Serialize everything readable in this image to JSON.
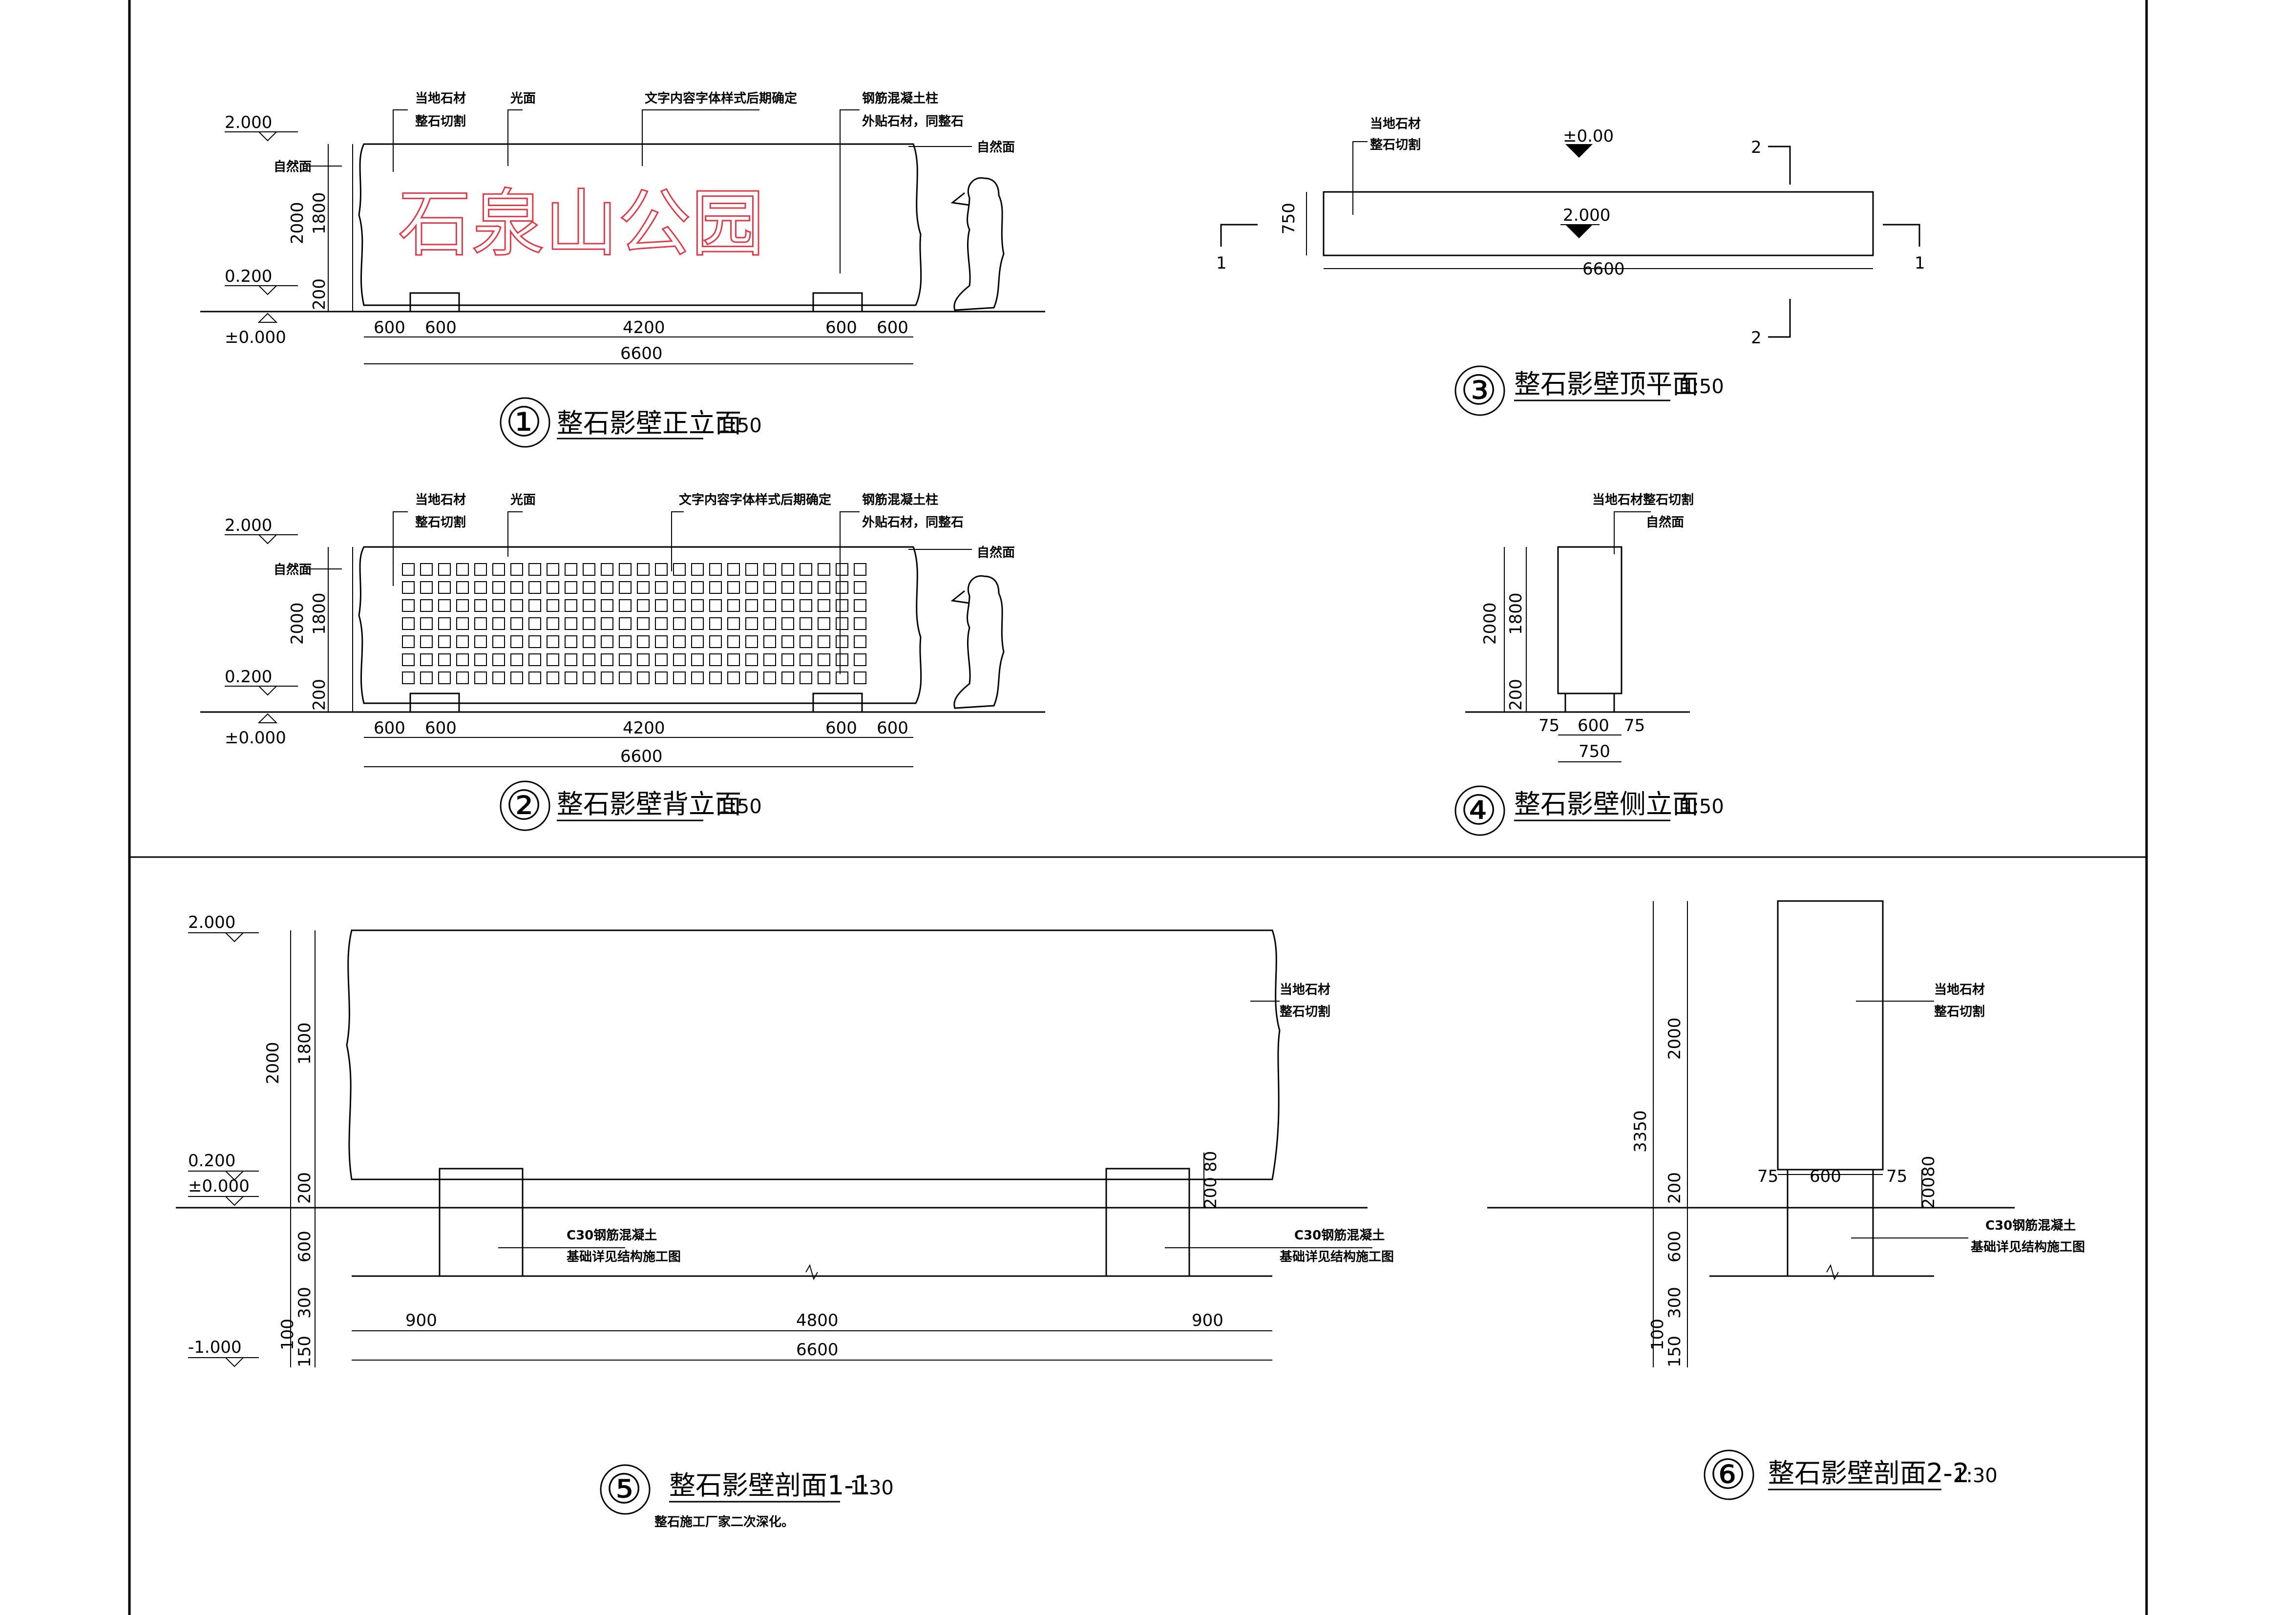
{
  "colors": {
    "line": "#000000",
    "sign_text": "#e0394a",
    "paper": "#ffffff"
  },
  "sign_text": "石泉山公园",
  "views": {
    "v1": {
      "num": "①",
      "title": "整石影壁正立面",
      "scale": "1:50"
    },
    "v2": {
      "num": "②",
      "title": "整石影壁背立面",
      "scale": "1:50"
    },
    "v3": {
      "num": "③",
      "title": "整石影壁顶平面",
      "scale": "1:50"
    },
    "v4": {
      "num": "④",
      "title": "整石影壁侧立面",
      "scale": "1:50"
    },
    "v5": {
      "num": "⑤",
      "title": "整石影壁剖面1-1",
      "scale": "1:30",
      "note": "整石施工厂家二次深化。"
    },
    "v6": {
      "num": "⑥",
      "title": "整石影壁剖面2-2",
      "scale": "1:30"
    }
  },
  "labels": {
    "local_stone": "当地石材",
    "whole_stone_cut": "整石切割",
    "light_face": "光面",
    "text_note": "文字内容字体样式后期确定",
    "rc_column": "钢筋混凝土柱",
    "clad_stone": "外贴石材，同整石",
    "natural_face": "自然面",
    "local_stone_cut": "当地石材整石切割",
    "c30": "C30钢筋混凝土",
    "foundation": "基础详见结构施工图"
  },
  "elev": {
    "e2000": "2.000",
    "e0200": "0.200",
    "e0000": "±0.000",
    "em1000": "-1.000",
    "e000": "±0.00"
  },
  "dims": {
    "d2000": "2000",
    "d1800": "1800",
    "d200": "200",
    "d600": "600",
    "d4200": "4200",
    "d6600": "6600",
    "d750": "750",
    "d75": "75",
    "d900": "900",
    "d4800": "4800",
    "d80": "80",
    "d300": "300",
    "d100": "100",
    "d150": "150",
    "d3350": "3350"
  },
  "section_marks": {
    "s1": "1",
    "s2": "2"
  }
}
